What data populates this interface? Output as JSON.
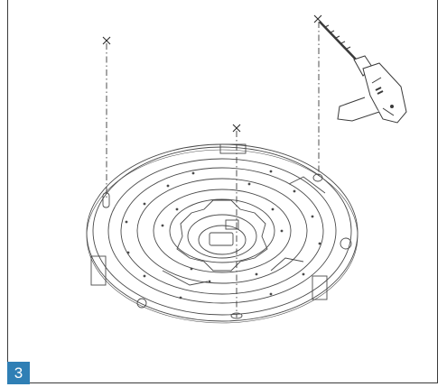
{
  "step": {
    "number": "3"
  },
  "colors": {
    "badge": "#2f7fb5",
    "line": "#4a4a4a",
    "frame": "#3a3a3a"
  },
  "illustration": {
    "subject": "ceiling-mount-base-plate",
    "tool": "power-drill",
    "drill_points": 3
  }
}
